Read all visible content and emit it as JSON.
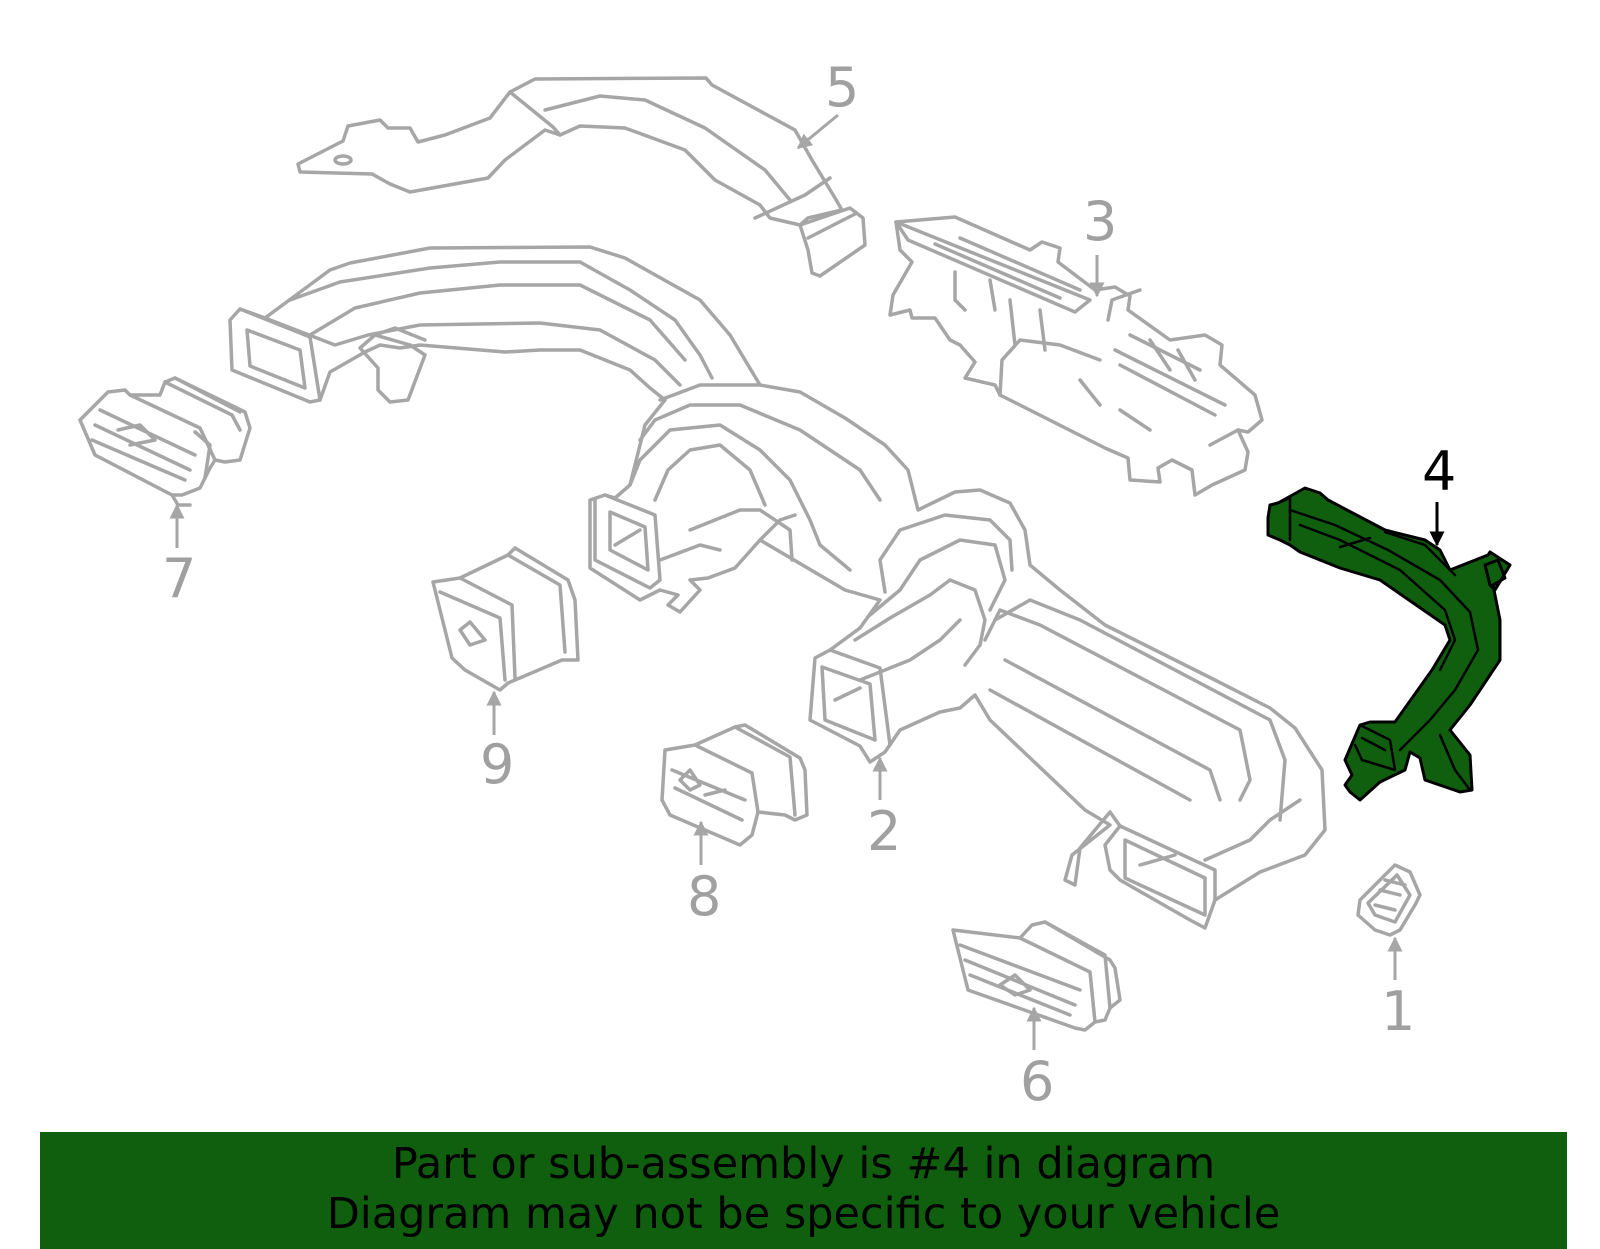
{
  "diagram": {
    "highlight_color": "#0f5f0f",
    "line_color": "#a6a6a6",
    "highlighted_part": "4",
    "callouts": [
      "1",
      "2",
      "3",
      "4",
      "5",
      "6",
      "7",
      "8",
      "9"
    ]
  },
  "banner": {
    "line1": "Part or sub-assembly is #4 in diagram",
    "line2": "Diagram may not be specific to your vehicle"
  }
}
